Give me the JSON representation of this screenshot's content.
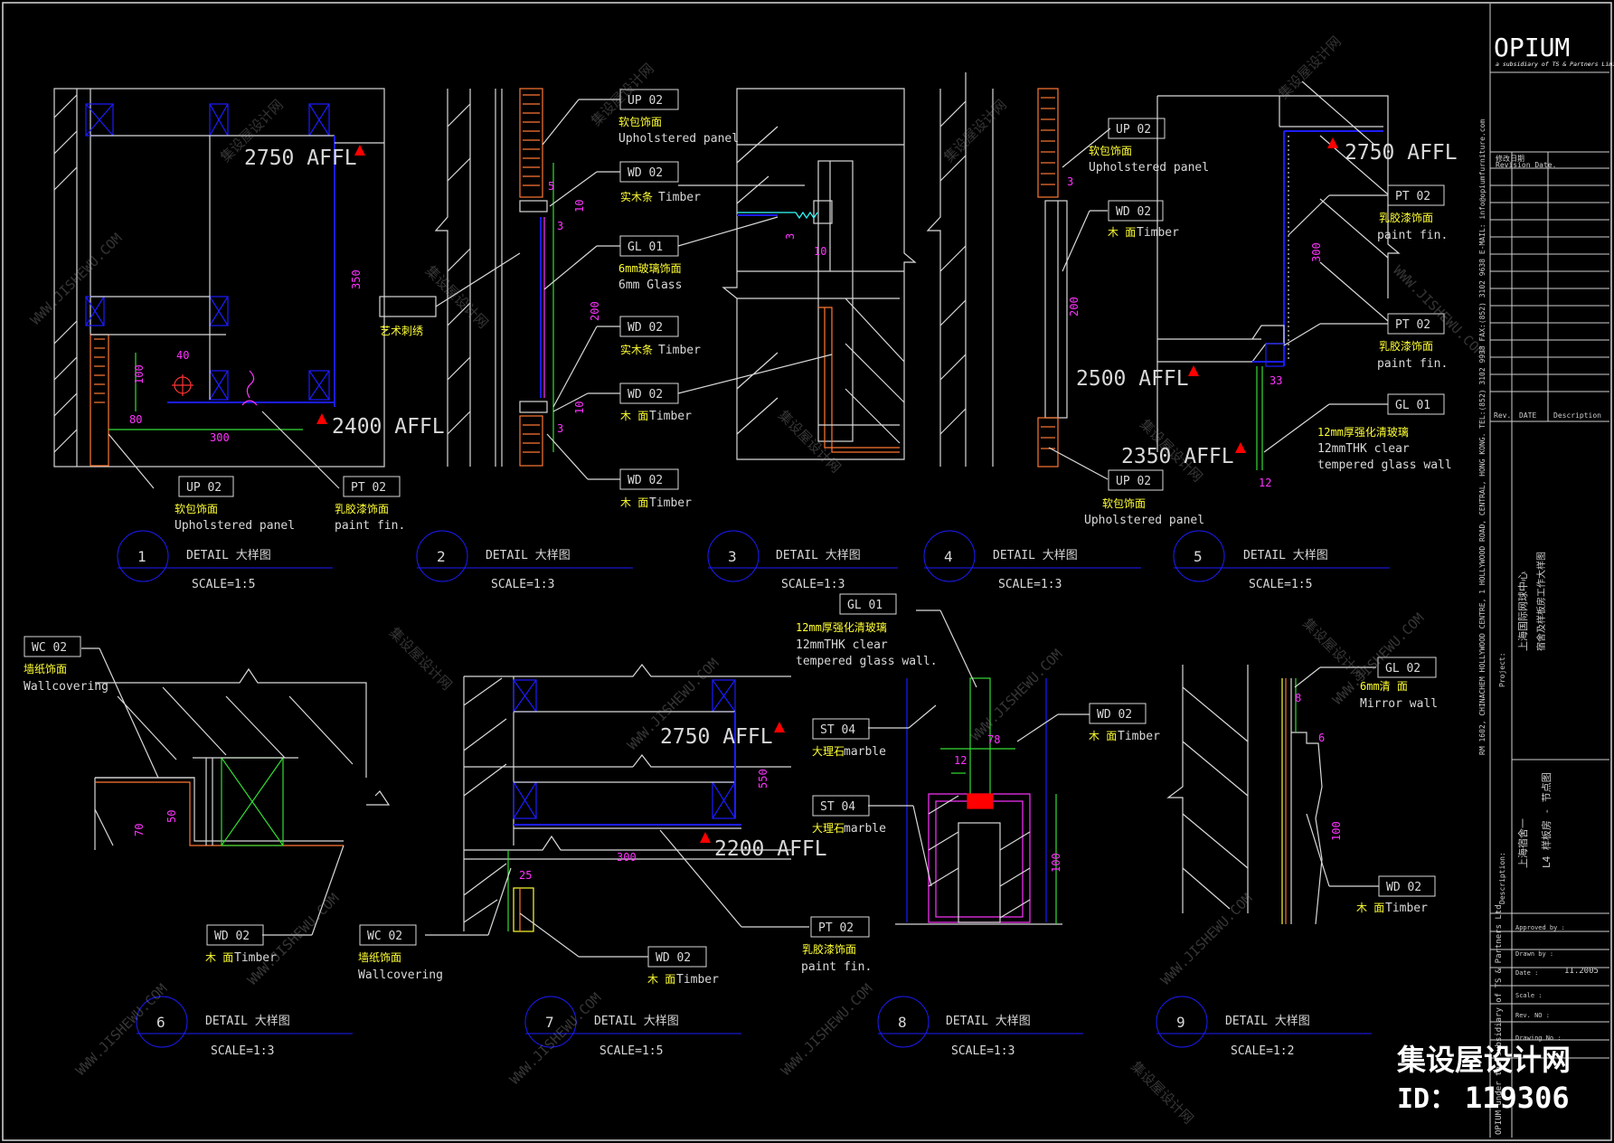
{
  "brand": {
    "logo": "OPIUM",
    "tagline": "a subsidiary of TS & Partners Limited"
  },
  "watermark": {
    "site": "集设屋设计网",
    "id_label": "ID：",
    "id_value": "119306",
    "diag": "WWW.JISHEWU.COM",
    "diag_cn": "集设屋设计网"
  },
  "tags": {
    "UP02": "UP 02",
    "WD02": "WD 02",
    "GL01": "GL 01",
    "PT02": "PT 02",
    "WC02": "WC 02",
    "ST04": "ST 04",
    "GL02": "GL 02"
  },
  "labels": {
    "up_cn": "软包饰面",
    "up_en": "Upholstered panel",
    "timber_cn": "实木条",
    "timber_en": "Timber",
    "wood_cn": "木 面",
    "wood_en": "Timber",
    "glass6_cn": "6mm玻璃饰面",
    "glass6_en": "6mm Glass",
    "paint_cn": "乳胶漆饰面",
    "paint_en": "paint fin.",
    "glass12_cn": "12mm厚强化清玻璃",
    "glass12_en1": "12mmTHK clear",
    "glass12_en2": "tempered glass wall",
    "glass12_en2b": "tempered glass wall.",
    "wc_cn": "墙纸饰面",
    "wc_en": "Wallcovering",
    "marble_cn": "大理石",
    "marble_en": "marble",
    "mirror_cn": "6mm清 面",
    "mirror_en": "Mirror wall",
    "art": "艺术刺绣"
  },
  "affl": {
    "a2750": "2750 AFFL",
    "a2400": "2400 AFFL",
    "a2500": "2500 AFFL",
    "a2350": "2350 AFFL",
    "a2200": "2200 AFFL"
  },
  "dims": {
    "d2750_1": "350",
    "d100": "100",
    "d40": "40",
    "d80": "80",
    "d300": "300",
    "d5": "5",
    "d3": "3",
    "d10": "10",
    "d200": "200",
    "d33": "33",
    "d12": "12",
    "d70": "70",
    "d50": "50",
    "d550": "550",
    "d25": "25",
    "d78": "78",
    "d8": "8",
    "d6": "6"
  },
  "details": [
    {
      "num": "1",
      "title": "DETAIL 大样图",
      "scale": "SCALE=1:5"
    },
    {
      "num": "2",
      "title": "DETAIL 大样图",
      "scale": "SCALE=1:3"
    },
    {
      "num": "3",
      "title": "DETAIL 大样图",
      "scale": "SCALE=1:3"
    },
    {
      "num": "4",
      "title": "DETAIL 大样图",
      "scale": "SCALE=1:3"
    },
    {
      "num": "5",
      "title": "DETAIL 大样图",
      "scale": "SCALE=1:5"
    },
    {
      "num": "6",
      "title": "DETAIL 大样图",
      "scale": "SCALE=1:3"
    },
    {
      "num": "7",
      "title": "DETAIL 大样图",
      "scale": "SCALE=1:5"
    },
    {
      "num": "8",
      "title": "DETAIL 大样图",
      "scale": "SCALE=1:3"
    },
    {
      "num": "9",
      "title": "DETAIL 大样图",
      "scale": "SCALE=1:2"
    }
  ],
  "titleblock": {
    "revision_cn": "修改日期",
    "revision_en": "Revision Date.",
    "rev": "Rev.",
    "date": "DATE",
    "description": "Description",
    "address": "RM 1602, CHINACHEM HOLLYWOOD CENTRE, 1 HOLLYWOOD ROAD, CENTRAL, HONG KONG. TEL:(852) 3102 9938  FAX:(852) 3102 9638  E-MAIL: info@opiumfurniture.com",
    "project_label": "Project:",
    "project_cn": "上海国际网球中心",
    "project_cn2": "宿舍及样板房工作大样图",
    "desc_label": "Description:",
    "desc_cn": "上海宿舍一",
    "desc_cn2": "L4 样板房 - 节点图",
    "opium_footer": "OPIUM under the subsidiary of TS & Partners Ltd",
    "approved": "Approved by :",
    "drawn": "Drawn by :",
    "date_label": "Date :",
    "date_value": "11.2005",
    "scale_label": "Scale :",
    "revno": "Rev. NO :",
    "drawing_no": "Drawing No :"
  },
  "colors": {
    "bg": "#000000",
    "line": "#d9d9d9",
    "blue": "#1c1cff",
    "magenta": "#ff33ff",
    "yellow": "#ffff33",
    "red": "#ff0000",
    "orange": "#ff7733",
    "green": "#33dd33",
    "cyan": "#33ffff"
  }
}
